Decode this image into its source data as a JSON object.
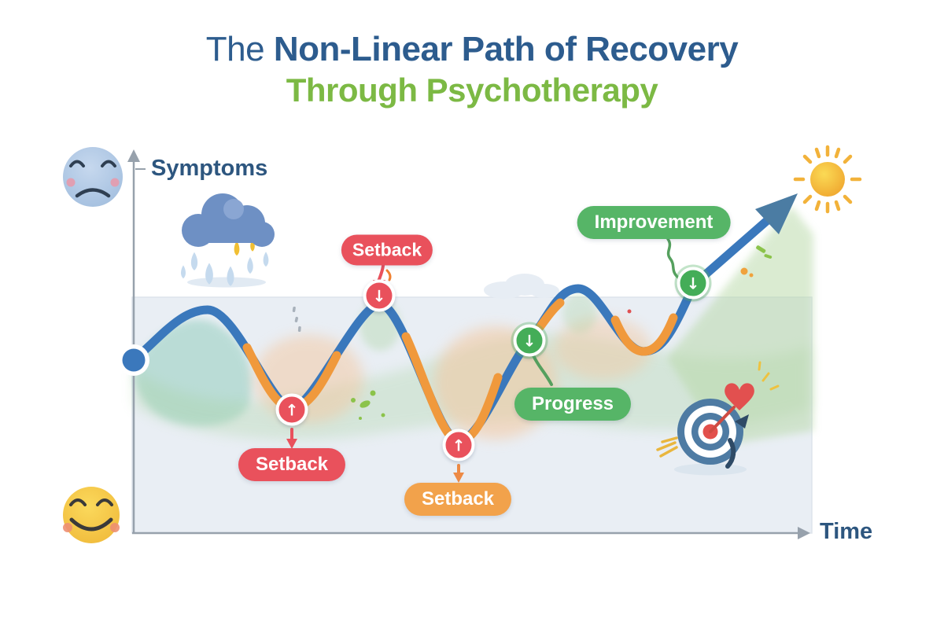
{
  "title": {
    "the": "The ",
    "line1": "Non-Linear Path of Recovery",
    "line2": "Through Psychotherapy"
  },
  "axes": {
    "y_label": "Symptoms",
    "x_label": "Time"
  },
  "annotations": {
    "setback_peak": {
      "label": "Setback"
    },
    "setback_trough1": {
      "label": "Setback"
    },
    "setback_trough2": {
      "label": "Setback"
    },
    "progress": {
      "label": "Progress"
    },
    "improvement": {
      "label": "Improvement"
    }
  },
  "icons": {
    "up_arrow": "↑",
    "down_arrow": "↓",
    "sad_face": "sad-face",
    "happy_face": "happy-face",
    "rain_cloud": "rain-cloud",
    "sun": "sun",
    "target_heart": "target-with-arrow-and-heart"
  },
  "colors": {
    "title_blue": "#2d5c8e",
    "title_green": "#7cb944",
    "label_blue": "#2d567f",
    "curve_blue": "#3a78bc",
    "curve_orange": "#f0993c",
    "setback_red": "#e9515c",
    "setback_orange": "#f2a24b",
    "progress_green": "#56b567",
    "plot_band": "#e9eef4",
    "axis_gray": "#97a1ac"
  },
  "chart_data": {
    "type": "line",
    "title": "The Non-Linear Path of Recovery Through Psychotherapy",
    "xlabel": "Time",
    "ylabel": "Symptoms",
    "axes_numeric": false,
    "grid": false,
    "legend": false,
    "series": [
      {
        "name": "recovery-path",
        "note": "Qualitative wavy curve, values estimated as normalized chart height (0 = bottom of plot, 1 = top); time normalized 0-1",
        "points": [
          [
            0.0,
            0.45
          ],
          [
            0.11,
            0.67
          ],
          [
            0.24,
            0.25
          ],
          [
            0.36,
            0.7
          ],
          [
            0.48,
            0.11
          ],
          [
            0.58,
            0.54
          ],
          [
            0.66,
            0.77
          ],
          [
            0.75,
            0.5
          ],
          [
            0.82,
            0.79
          ],
          [
            0.97,
            1.0
          ]
        ]
      }
    ],
    "annotations": [
      {
        "label": "Setback",
        "marker": "red circle with down arrow",
        "position_norm": [
          0.36,
          0.72
        ]
      },
      {
        "label": "Setback",
        "marker": "red circle with up arrow",
        "position_norm": [
          0.24,
          0.25
        ]
      },
      {
        "label": "Setback",
        "marker": "red circle with up arrow",
        "position_norm": [
          0.48,
          0.11
        ]
      },
      {
        "label": "Progress",
        "marker": "green circle with down arrow",
        "position_norm": [
          0.58,
          0.54
        ]
      },
      {
        "label": "Improvement",
        "marker": "green circle with down arrow",
        "position_norm": [
          0.82,
          0.79
        ]
      }
    ]
  }
}
